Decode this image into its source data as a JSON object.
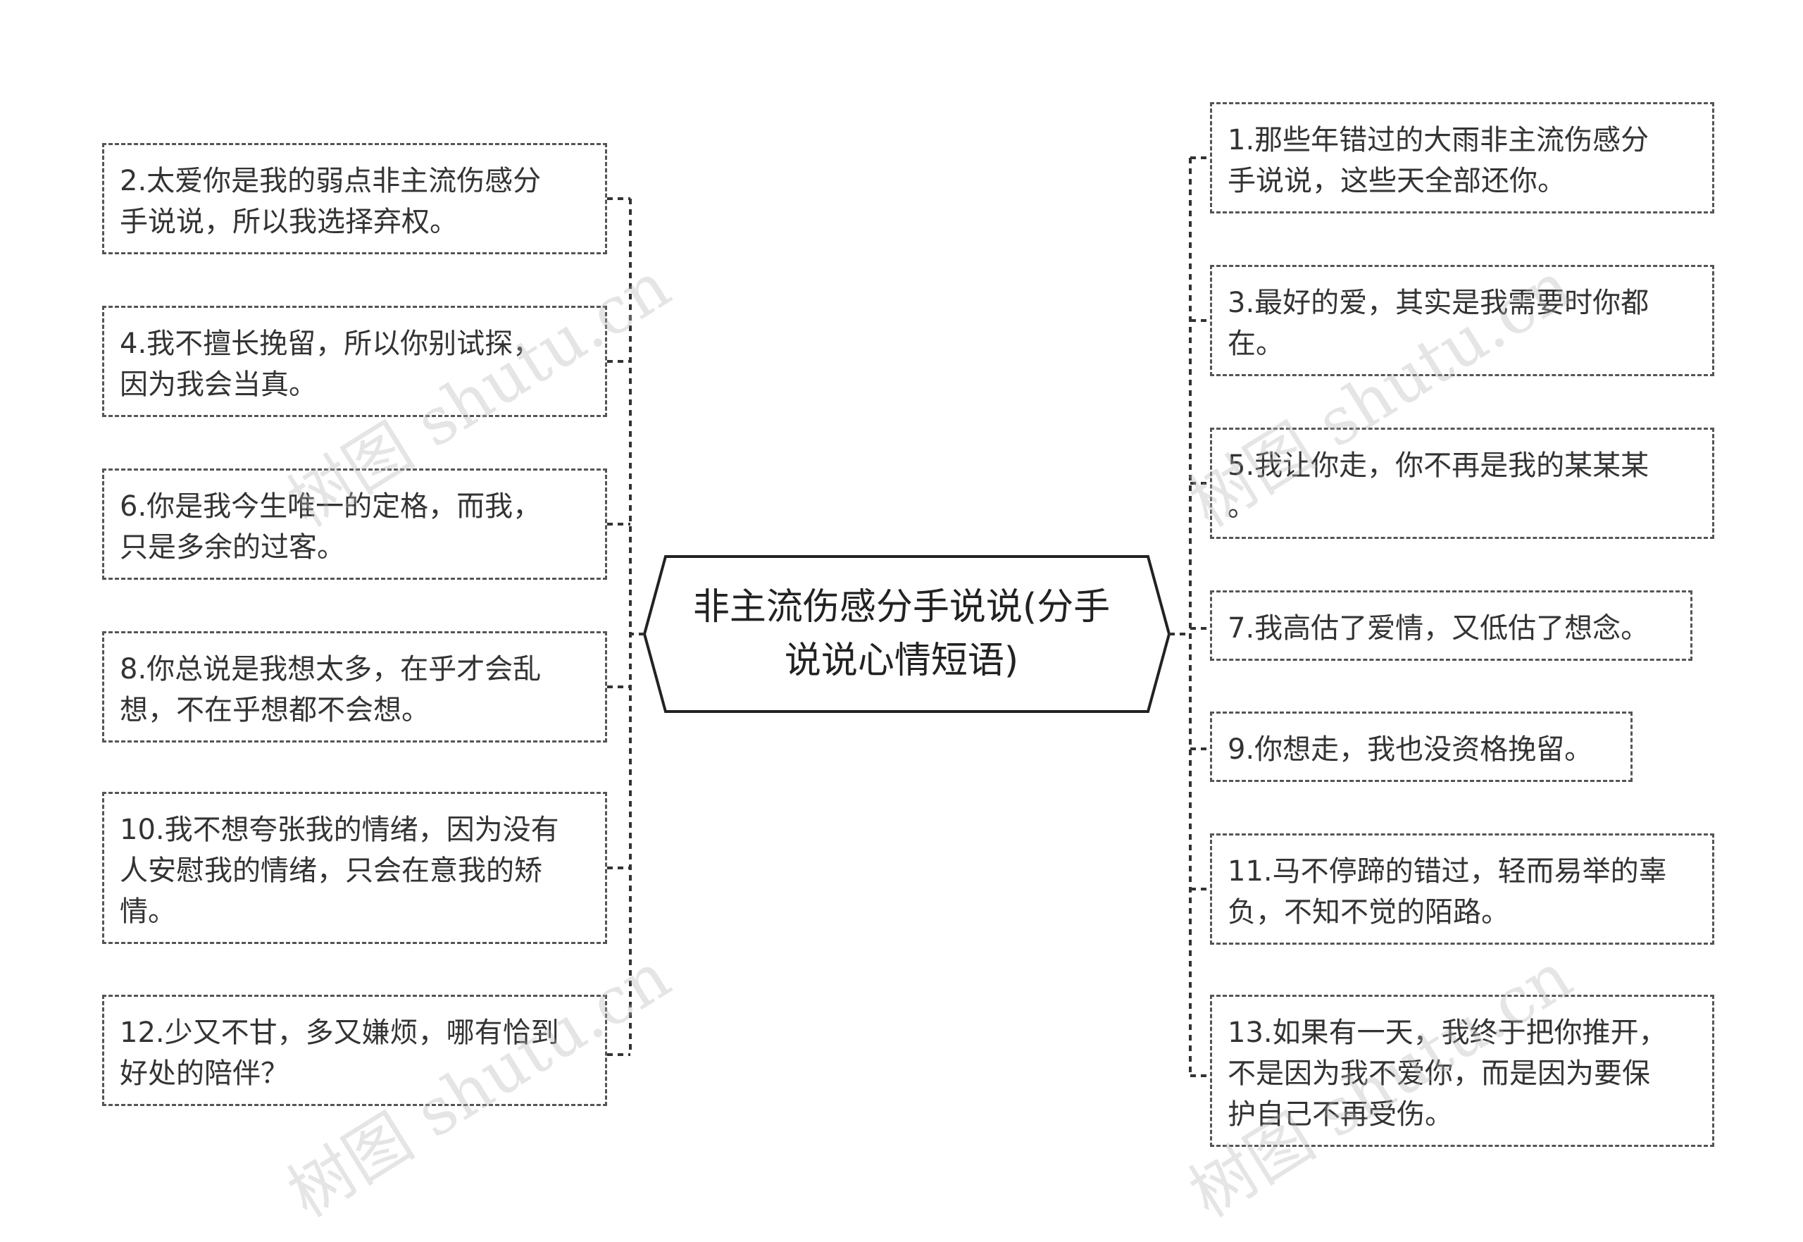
{
  "center": {
    "title": "非主流伤感分手说说(分手\n说说心情短语)"
  },
  "left_nodes": [
    {
      "text": "2.太爱你是我的弱点非主流伤感分\n手说说，所以我选择弃权。"
    },
    {
      "text": "4.我不擅长挽留，所以你别试探，\n因为我会当真。"
    },
    {
      "text": "6.你是我今生唯一的定格，而我，\n只是多余的过客。"
    },
    {
      "text": "8.你总说是我想太多，在乎才会乱\n想，不在乎想都不会想。"
    },
    {
      "text": "10.我不想夸张我的情绪，因为没有\n人安慰我的情绪，只会在意我的矫\n情。"
    },
    {
      "text": "12.少又不甘，多又嫌烦，哪有恰到\n好处的陪伴？"
    }
  ],
  "right_nodes": [
    {
      "text": "1.那些年错过的大雨非主流伤感分\n手说说，这些天全部还你。"
    },
    {
      "text": "3.最好的爱，其实是我需要时你都\n在。"
    },
    {
      "text": "5.我让你走，你不再是我的某某某\n。"
    },
    {
      "text": "7.我高估了爱情，又低估了想念。"
    },
    {
      "text": "9.你想走，我也没资格挽留。"
    },
    {
      "text": "11.马不停蹄的错过，轻而易举的辜\n负，不知不觉的陌路。"
    },
    {
      "text": "13.如果有一天，我终于把你推开，\n不是因为我不爱你，而是因为要保\n护自己不再受伤。"
    }
  ],
  "watermarks": [
    "树图 shutu.cn",
    "树图 shutu.cn",
    "树图 shutu.cn",
    "树图 shutu.cn"
  ],
  "colors": {
    "line": "#333333",
    "border": "#555555",
    "text": "#333333"
  }
}
